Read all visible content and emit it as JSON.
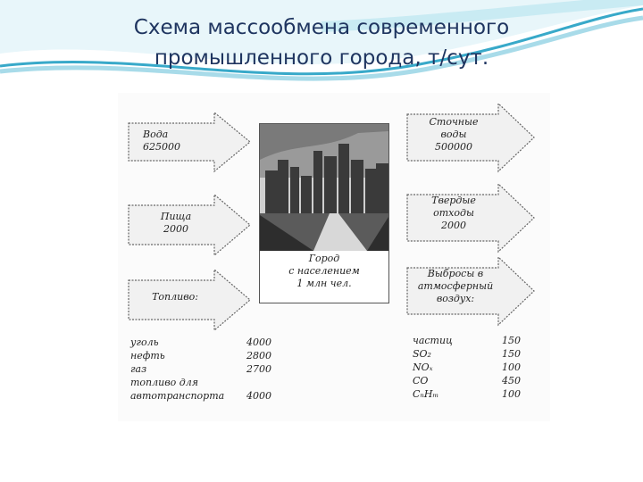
{
  "slide": {
    "title_line1": "Схема массообмена современного",
    "title_line2": "промышленного города, т/сут."
  },
  "inputs": [
    {
      "line1": "Вода",
      "line2": "625000"
    },
    {
      "line1": "Пища",
      "line2": "2000"
    },
    {
      "line1": "Топливо:",
      "line2": ""
    }
  ],
  "outputs": [
    {
      "line1": "Сточные",
      "line2": "воды",
      "line3": "500000"
    },
    {
      "line1": "Твердые",
      "line2": "отходы",
      "line3": "2000"
    },
    {
      "line1": "Выбросы в",
      "line2": "атмосферный",
      "line3": "воздух:"
    }
  ],
  "city": {
    "line1": "Город",
    "line2": "с населением",
    "line3": "1 млн чел."
  },
  "fuel_table": [
    {
      "name": "уголь",
      "value": "4000"
    },
    {
      "name": "нефть",
      "value": "2800"
    },
    {
      "name": "газ",
      "value": "2700"
    },
    {
      "name": "топливо для",
      "value": ""
    },
    {
      "name": "автотранспорта",
      "value": "4000"
    }
  ],
  "emissions_table": [
    {
      "name": "частиц",
      "value": "150"
    },
    {
      "name": "SO₂",
      "value": "150"
    },
    {
      "name": "NOₓ",
      "value": "100"
    },
    {
      "name": "CO",
      "value": "450"
    },
    {
      "name": "CₙHₘ",
      "value": "100"
    }
  ],
  "colors": {
    "title": "#1f3560",
    "wave_teal": "#38a9c9",
    "wave_light": "#a8dbe9"
  }
}
